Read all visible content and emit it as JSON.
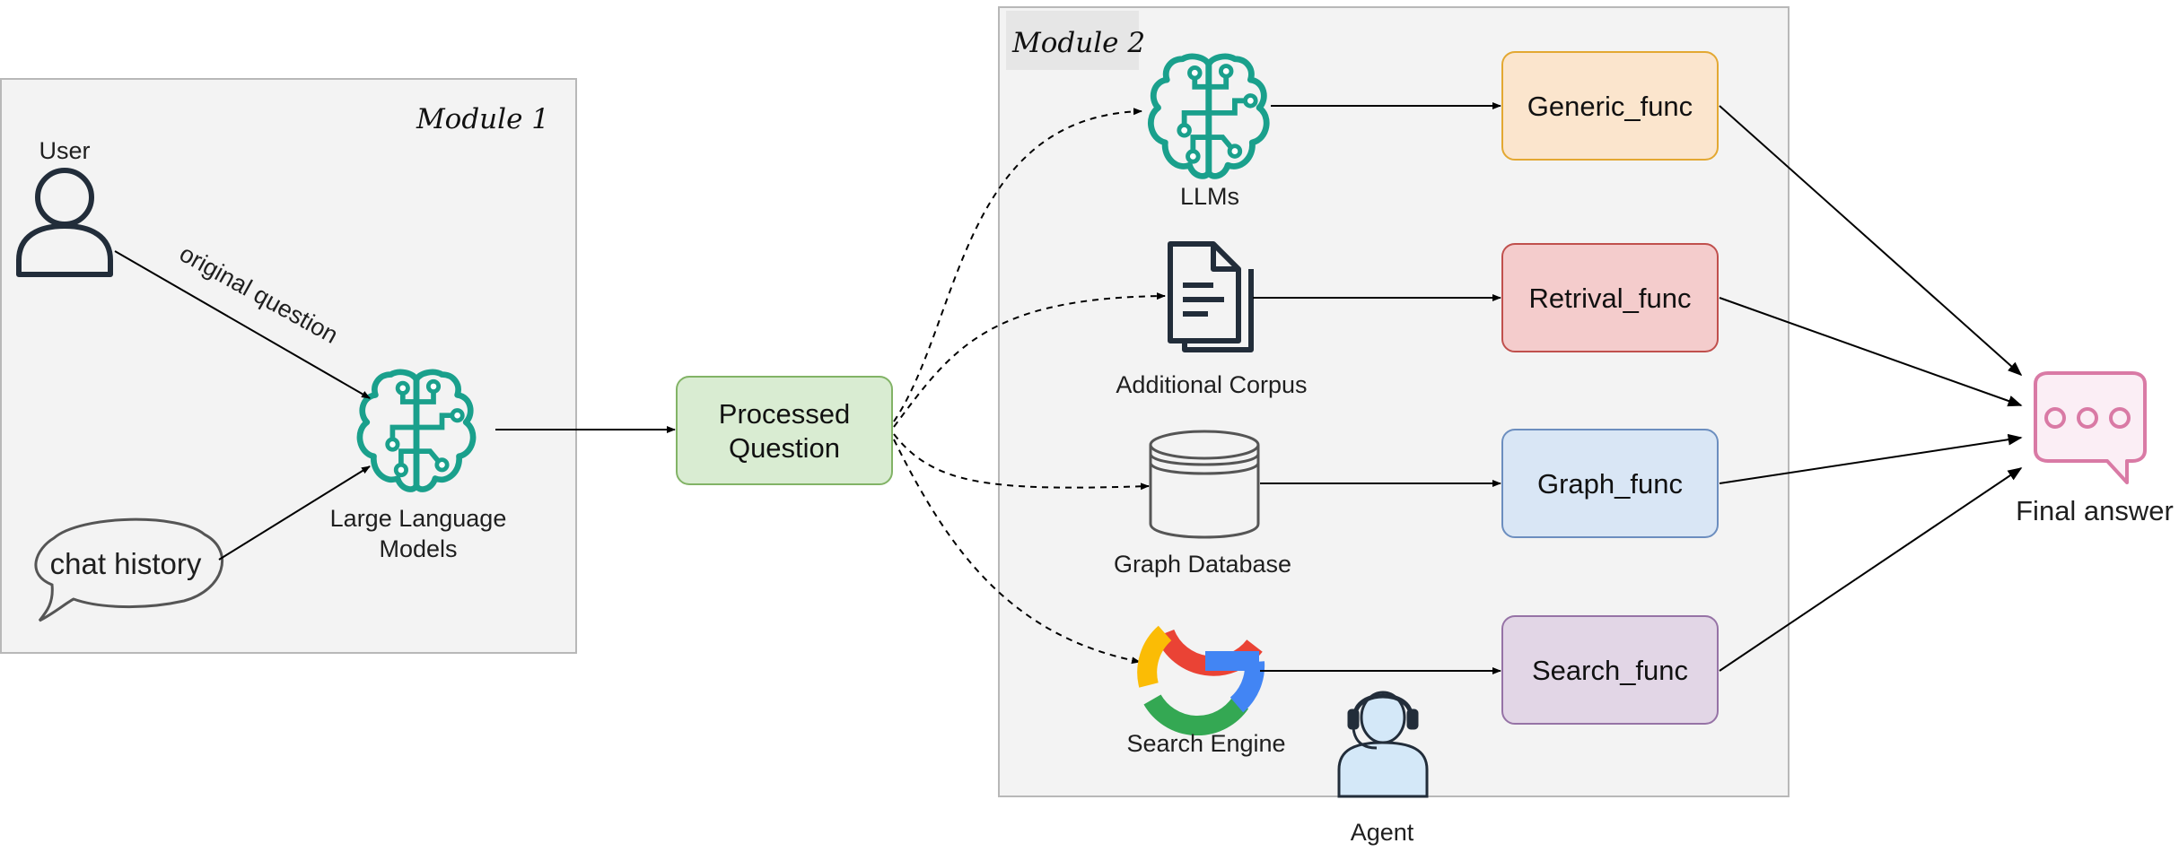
{
  "module1": {
    "title": "Module 1"
  },
  "module2": {
    "title": "Module 2"
  },
  "user": {
    "label": "User"
  },
  "edge_original": {
    "label": "original question"
  },
  "chat": {
    "label": "chat history"
  },
  "llm_main": {
    "label_line1": "Large Language",
    "label_line2": "Models"
  },
  "processed": {
    "line1": "Processed",
    "line2": "Question"
  },
  "sources": {
    "llms": "LLMs",
    "corpus": "Additional Corpus",
    "graph": "Graph Database",
    "search": "Search Engine"
  },
  "funcs": {
    "generic": "Generic_func",
    "retrival": "Retrival_func",
    "graph": "Graph_func",
    "search": "Search_func"
  },
  "agent": {
    "label": "Agent"
  },
  "final": {
    "label": "Final answer"
  },
  "colors": {
    "brain": "#1aa08c",
    "generic_fill": "#fbe5cd",
    "generic_stroke": "#e3a832",
    "retrival_fill": "#f4cccc",
    "retrival_stroke": "#c0504d",
    "graph_fill": "#d9e6f5",
    "graph_stroke": "#6c8ebf",
    "search_fill": "#e2d6e6",
    "search_stroke": "#9673a6",
    "processed_fill": "#d9ecd2",
    "processed_stroke": "#82b366",
    "final_stroke": "#d97aa5",
    "module_fill": "#f3f3f3",
    "module_stroke": "#b8b8b8"
  },
  "icons": [
    "user-icon",
    "brain-icon",
    "document-icon",
    "database-icon",
    "google-icon",
    "headset-agent-icon",
    "chat-bubble-icon"
  ]
}
